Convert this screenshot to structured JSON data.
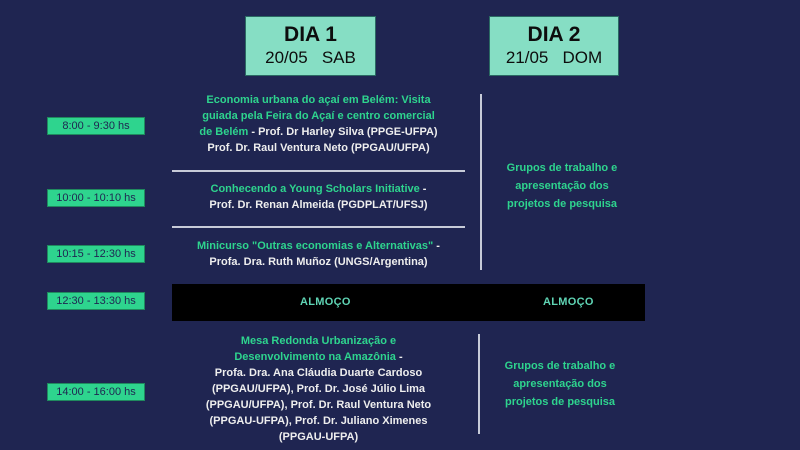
{
  "days": [
    {
      "title": "DIA 1",
      "date": "20/05   SAB"
    },
    {
      "title": "DIA 2",
      "date": "21/05   DOM"
    }
  ],
  "schedule": [
    {
      "time": "8:00 - 9:30 hs",
      "day1": {
        "title": "Economia urbana do açaí em Belém: Visita guiada pela Feira do Açaí e centro comercial de Belém",
        "title_lines": [
          "Economia urbana do açaí em Belém: Visita",
          "guiada pela Feira do Açaí e centro comercial",
          "de Belém"
        ],
        "speakers_inline": " - Prof. Dr Harley Silva (PPGE-UFPA)",
        "speakers_lines": [
          "Prof. Dr. Raul Ventura Neto (PPGAU/UFPA)"
        ]
      }
    },
    {
      "time": "10:00 - 10:10 hs",
      "day1": {
        "title": "Conhecendo a Young Scholars Initiative",
        "separator": " -",
        "speakers_lines": [
          "Prof. Dr. Renan Almeida (PGDPLAT/UFSJ)"
        ]
      }
    },
    {
      "time": "10:15 - 12:30 hs",
      "day1": {
        "title": "Minicurso \"Outras economias e Alternativas\"",
        "separator": " -",
        "speakers_lines": [
          "Profa. Dra. Ruth Muñoz (UNGS/Argentina)"
        ]
      }
    },
    {
      "time": "12:30 - 13:30 hs",
      "day1": {
        "label": "ALMOÇO"
      },
      "day2": {
        "label": "ALMOÇO"
      }
    },
    {
      "time": "14:00 - 16:00 hs",
      "day1": {
        "title_lines": [
          "Mesa Redonda Urbanização e",
          "Desenvolvimento na Amazônia"
        ],
        "separator": " -",
        "speakers_lines": [
          "Profa. Dra. Ana Cláudia Duarte Cardoso",
          "(PPGAU/UFPA), Prof. Dr. José Júlio Lima",
          "(PPGAU/UFPA), Prof. Dr. Raul Ventura Neto",
          "(PPGAU-UFPA), Prof. Dr. Juliano Ximenes",
          "(PPGAU-UFPA)"
        ]
      }
    }
  ],
  "day2_blocks": [
    {
      "lines": [
        "Grupos de trabalho e",
        "apresentação dos",
        "projetos de pesquisa"
      ]
    },
    {
      "lines": [
        "Grupos de trabalho e",
        "apresentação dos",
        "projetos de pesquisa"
      ]
    }
  ],
  "colors": {
    "background": "#1f2551",
    "header_fill": "#86dec4",
    "time_badge": "#2ed48e",
    "accent_text": "#2ed48e",
    "lunch_band": "#000000",
    "divider": "#c7cbd8"
  }
}
